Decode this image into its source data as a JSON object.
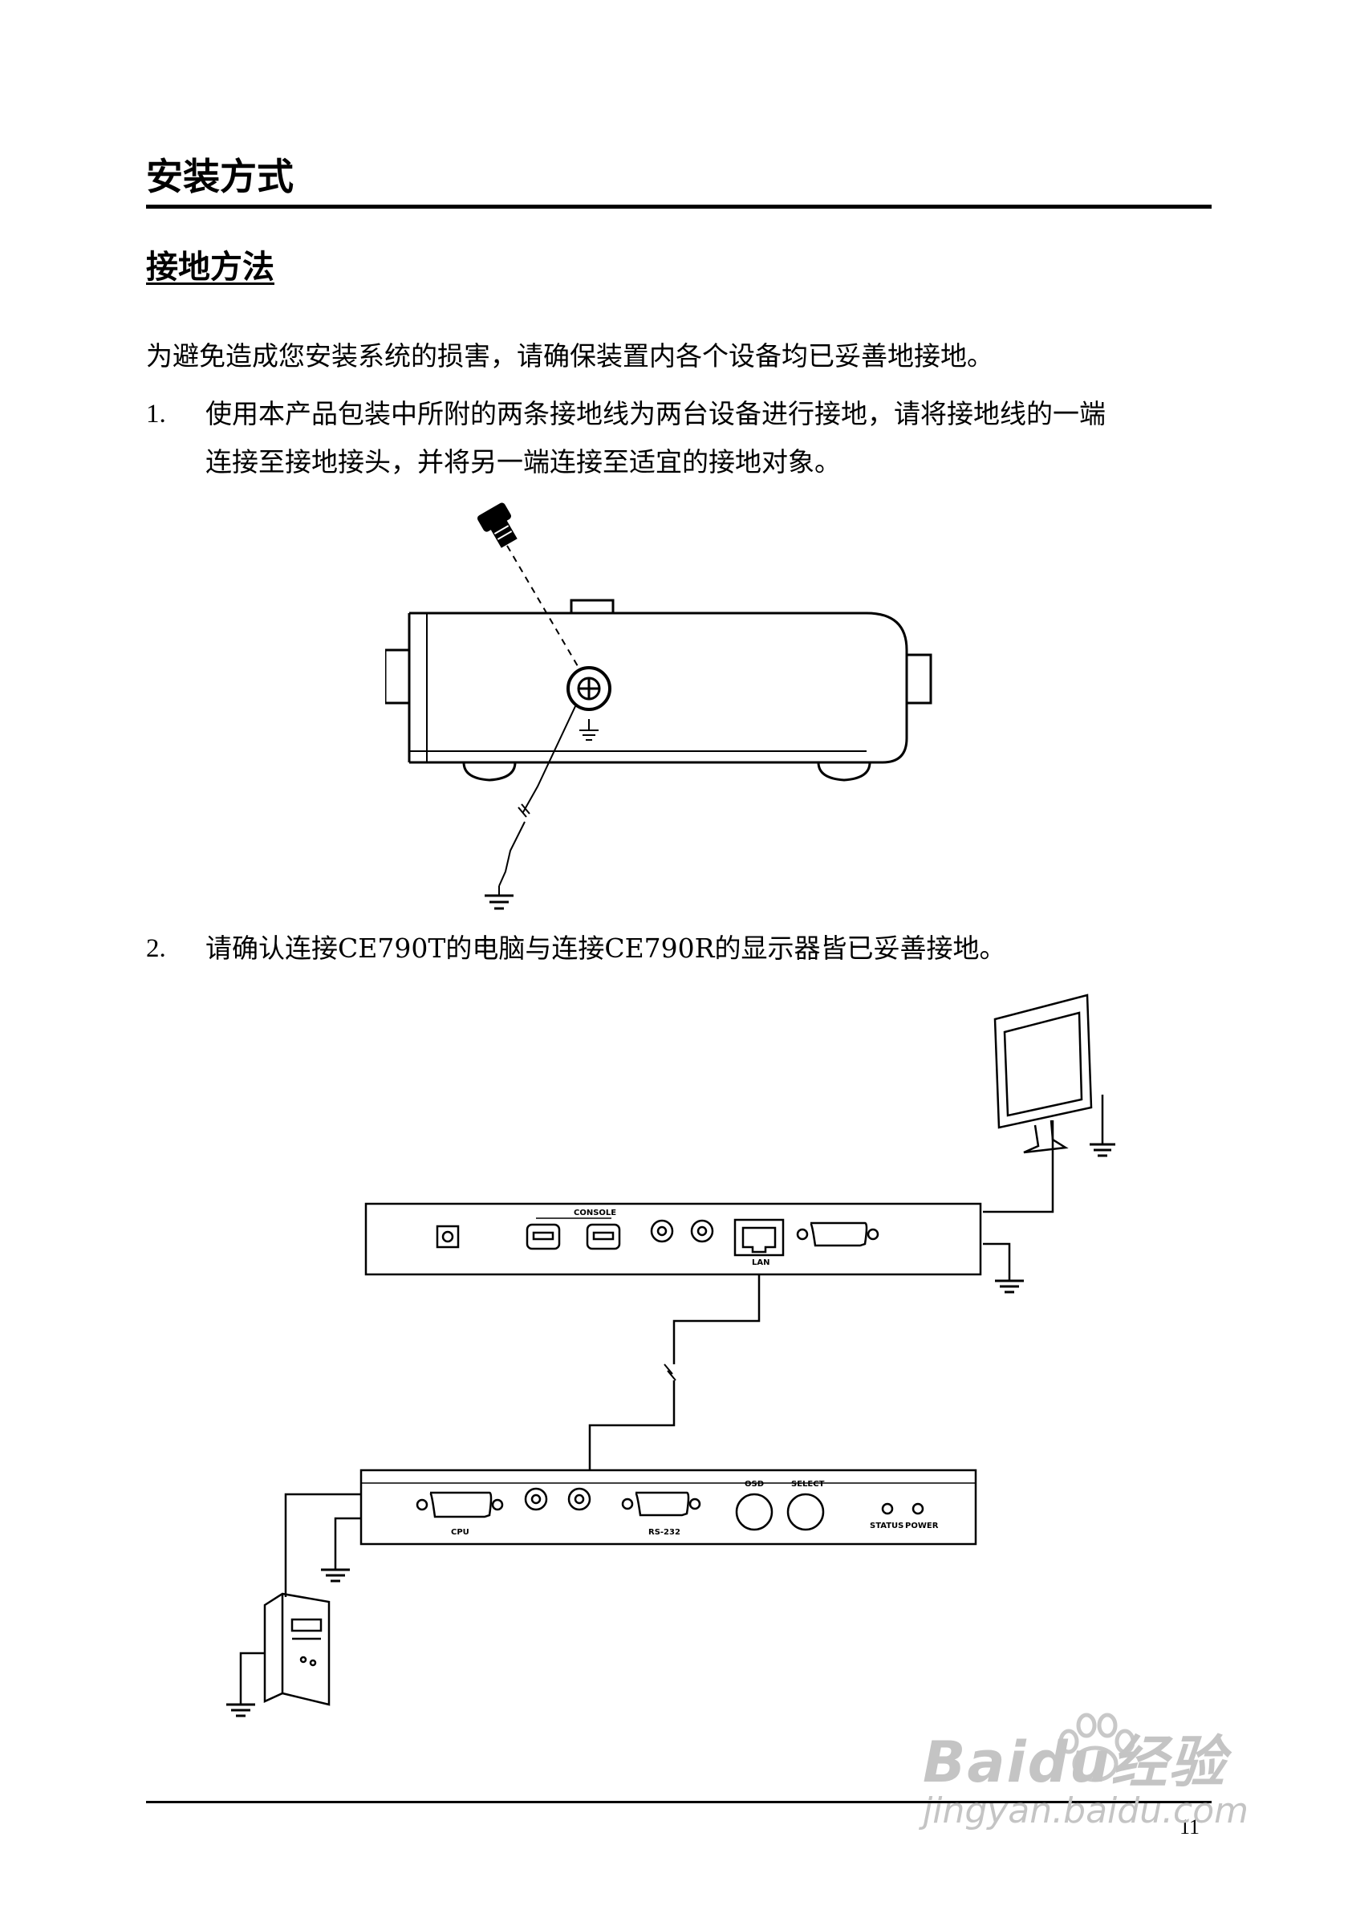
{
  "heading": "安装方式",
  "subheading": "接地方法",
  "intro": "为避免造成您安装系统的损害，请确保装置内各个设备均已妥善地接地。",
  "steps": [
    {
      "number": "1.",
      "line1": "使用本产品包装中所附的两条接地线为两台设备进行接地，请将接地线的一端",
      "line2": "连接至接地接头，并将另一端连接至适宜的接地对象。"
    },
    {
      "number": "2.",
      "line1": "请确认连接CE790T的电脑与连接CE790R的显示器皆已妥善接地。"
    }
  ],
  "figure2_labels": {
    "console": "CONSOLE",
    "lan": "LAN",
    "cpu": "CPU",
    "rs232": "RS-232",
    "osd": "OSD",
    "select": "SELECT",
    "status": "STATUS",
    "power": "POWER"
  },
  "page_number": "11",
  "watermark": {
    "main": "Baidu经验",
    "sub": "jingyan.baidu.com"
  }
}
